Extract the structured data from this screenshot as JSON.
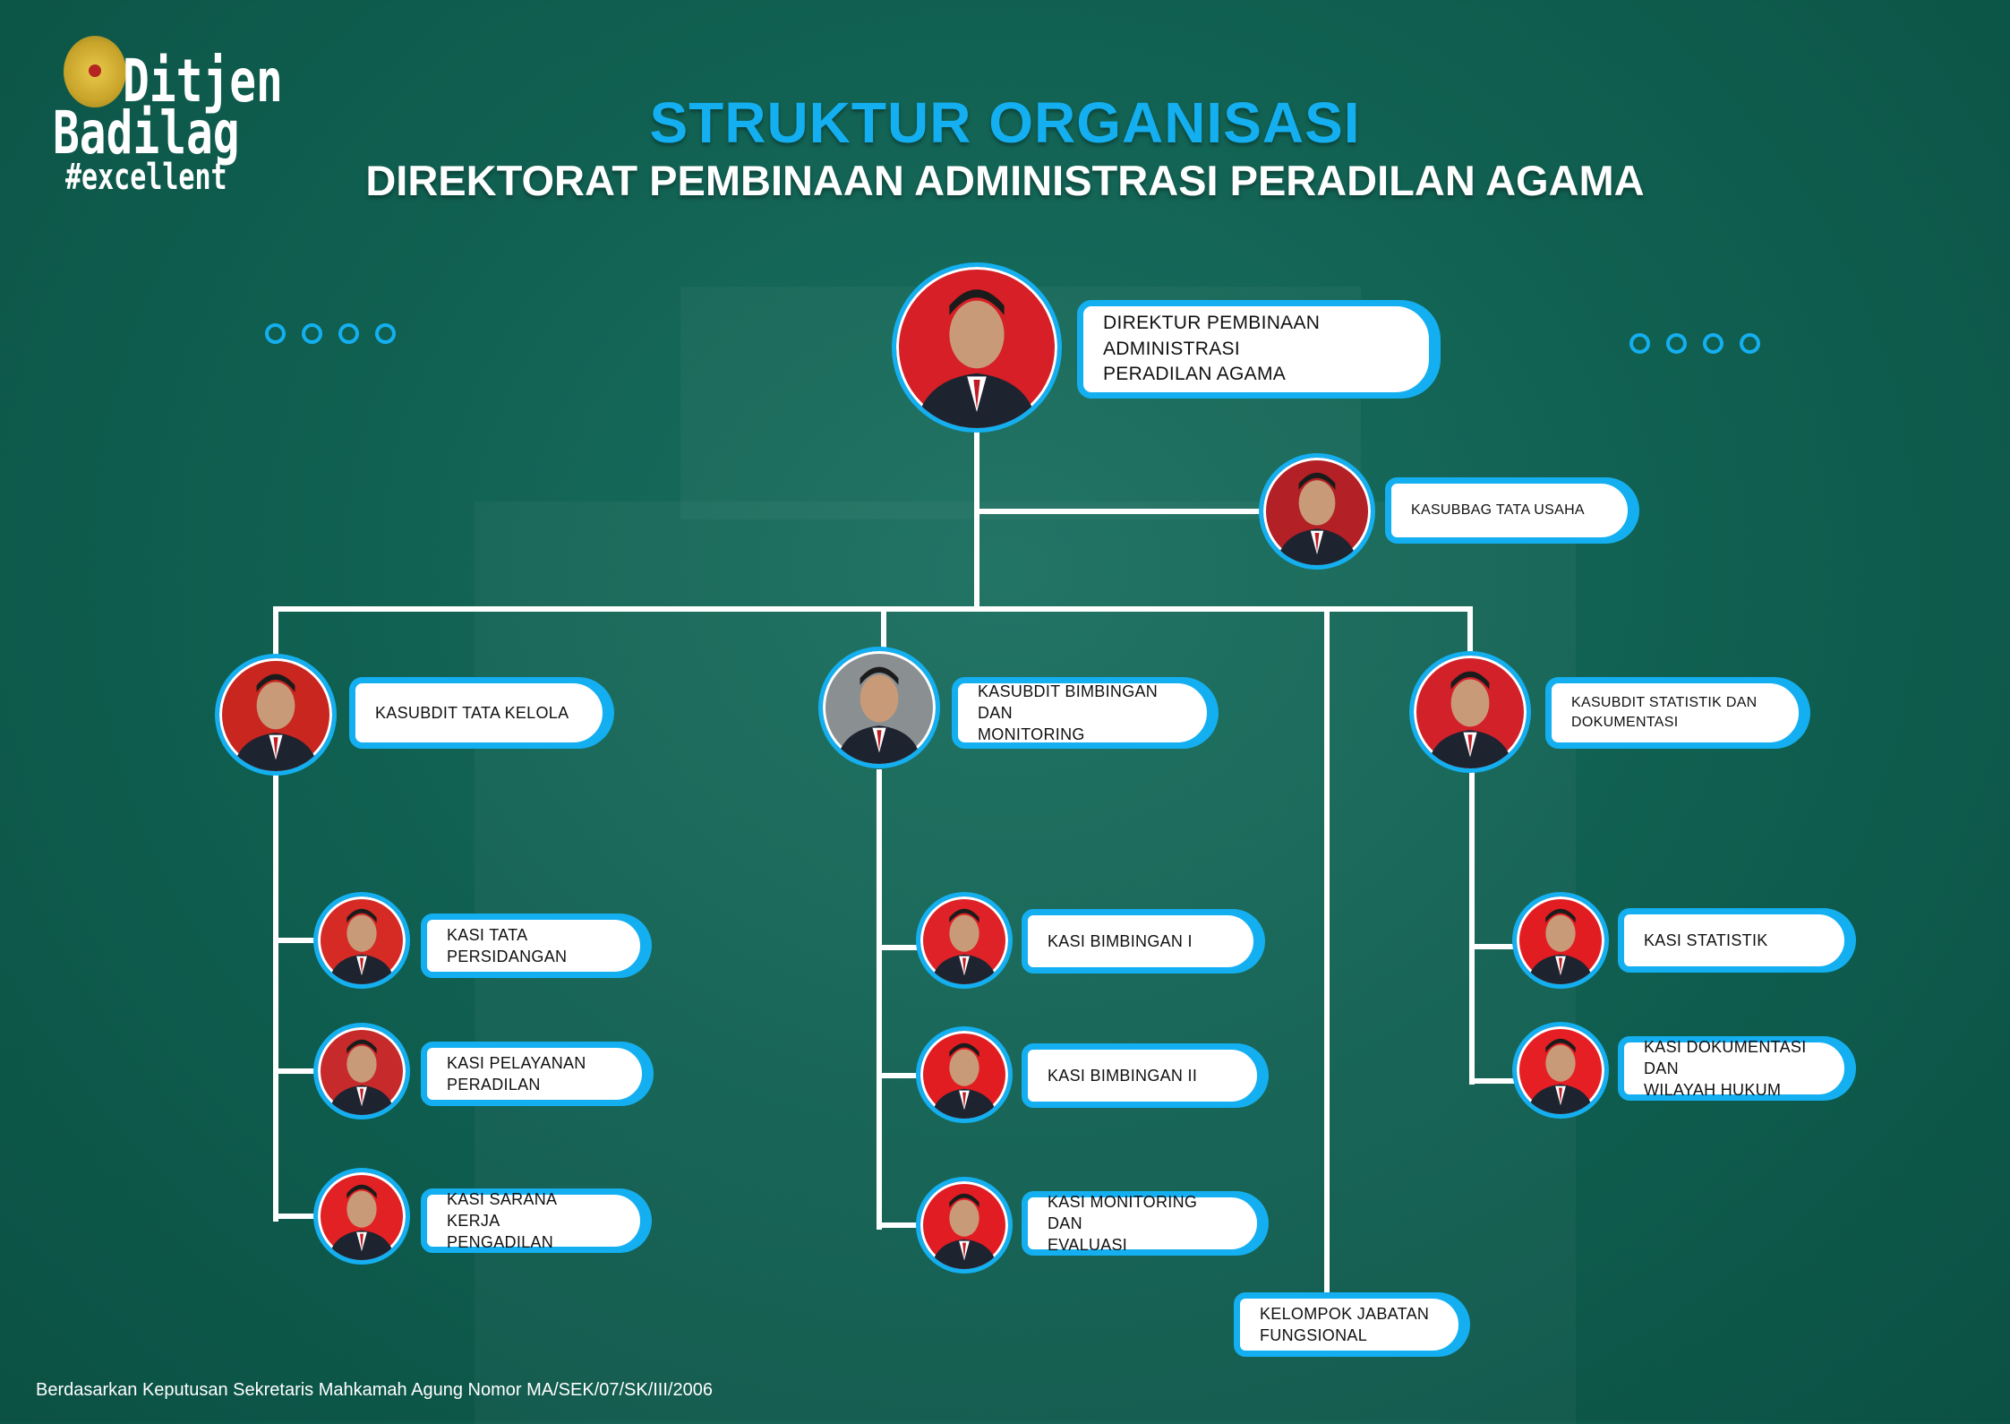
{
  "logo": {
    "line1": "Ditjen",
    "line2": "Badilag",
    "tagline": "#excellent"
  },
  "header": {
    "title": "STRUKTUR ORGANISASI",
    "subtitle": "DIREKTORAT PEMBINAAN ADMINISTRASI PERADILAN AGAMA"
  },
  "colors": {
    "accent": "#14aff0",
    "background": "#0f5e4f",
    "line": "#ffffff"
  },
  "positions": {
    "direktur": "DIREKTUR PEMBINAAN\nADMINISTRASI\nPERADILAN AGAMA",
    "kasubbag": "KASUBBAG TATA USAHA",
    "kasubdit_tata_kelola": "KASUBDIT TATA KELOLA",
    "kasubdit_bimbingan": "KASUBDIT BIMBINGAN DAN\nMONITORING",
    "kasubdit_statistik": "KASUBDIT STATISTIK DAN\nDOKUMENTASI",
    "kasi_tata_persidangan": "KASI TATA\nPERSIDANGAN",
    "kasi_pelayanan": "KASI PELAYANAN\nPERADILAN",
    "kasi_sarana": "KASI SARANA KERJA\nPENGADILAN",
    "kasi_bimbingan_1": "KASI BIMBINGAN I",
    "kasi_bimbingan_2": "KASI BIMBINGAN II",
    "kasi_monev": "KASI MONITORING DAN\nEVALUASI",
    "kasi_statistik": "KASI STATISTIK",
    "kasi_dokumentasi": "KASI DOKUMENTASI DAN\nWILAYAH HUKUM",
    "kelompok_fungsional": "KELOMPOK JABATAN\nFUNGSIONAL"
  },
  "footer": {
    "note": "Berdasarkan Keputusan Sekretaris Mahkamah Agung Nomor MA/SEK/07/SK/III/2006"
  }
}
